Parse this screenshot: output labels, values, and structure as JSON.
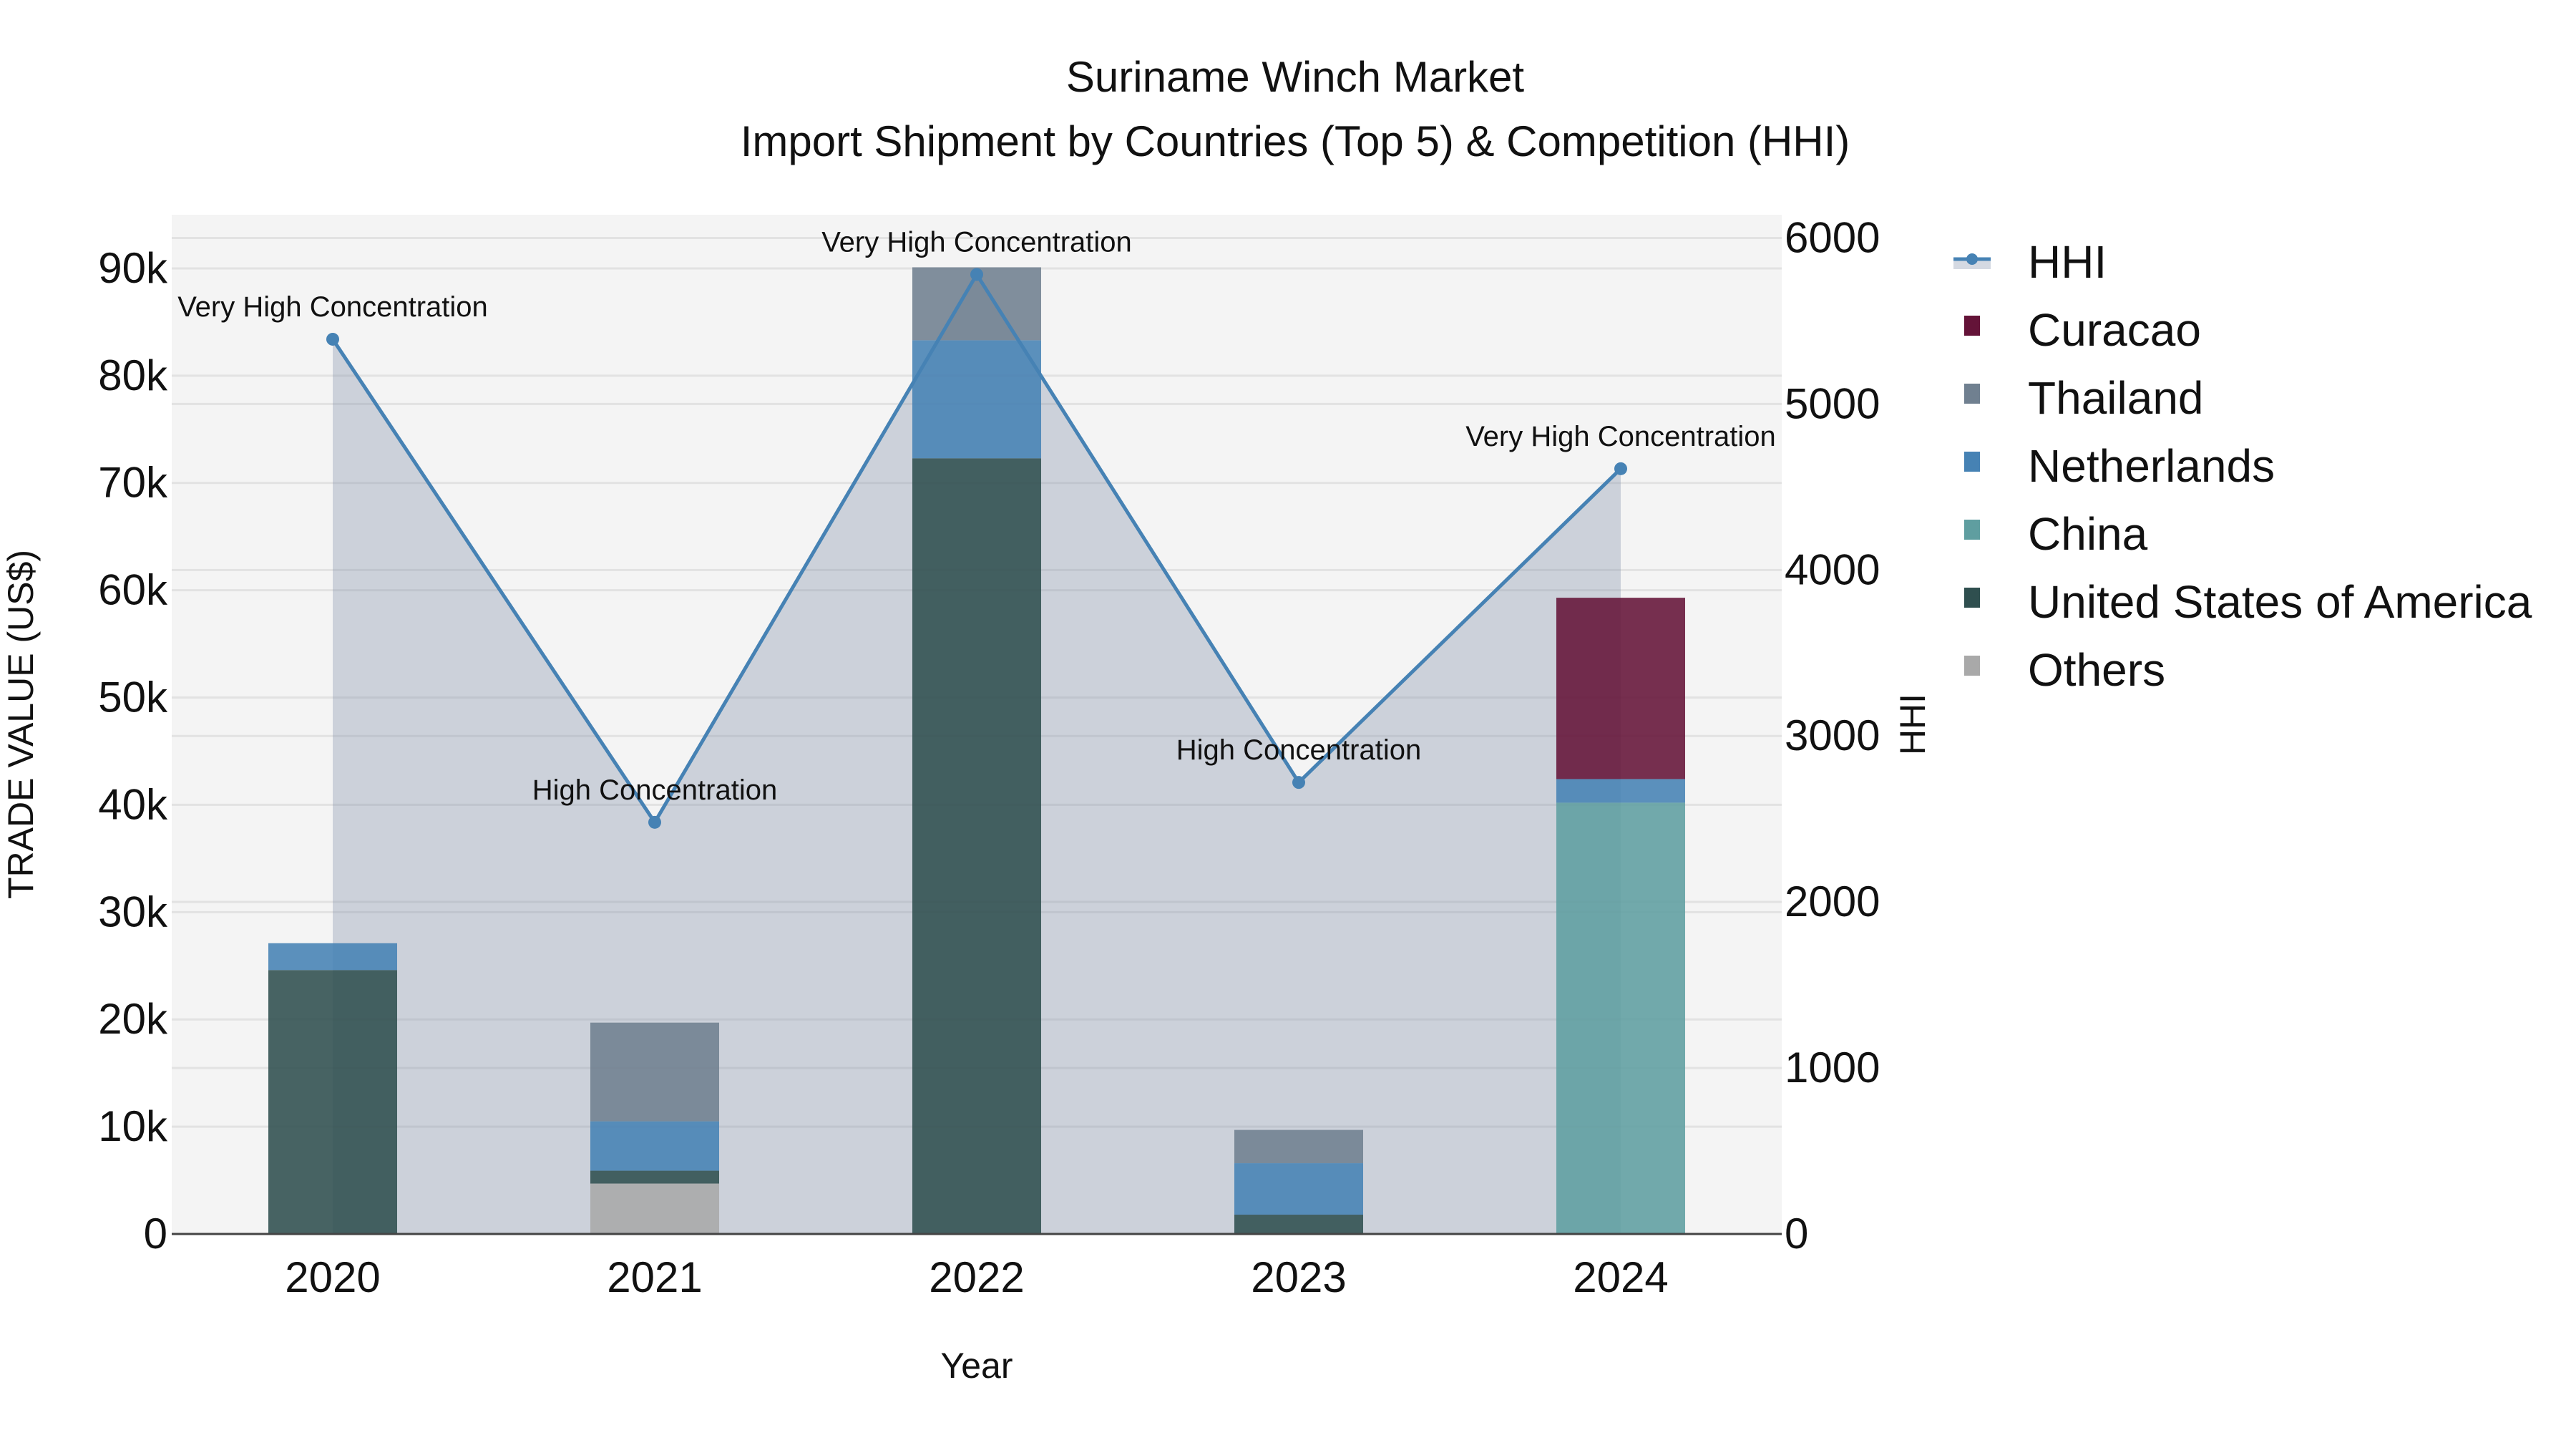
{
  "chart_data": {
    "type": "bar",
    "subtype": "stacked bar with secondary-axis line/area",
    "title": "Suriname Winch Market",
    "subtitle": "Import Shipment by Countries (Top 5) & Competition (HHI)",
    "xlabel": "Year",
    "ylabel": "TRADE VALUE (US$)",
    "y2label": "HHI",
    "categories": [
      "2020",
      "2021",
      "2022",
      "2023",
      "2024"
    ],
    "ylim": [
      0,
      95000
    ],
    "y_ticks": [
      0,
      10000,
      20000,
      30000,
      40000,
      50000,
      60000,
      70000,
      80000,
      90000
    ],
    "y_tick_labels": [
      "0",
      "10k",
      "20k",
      "30k",
      "40k",
      "50k",
      "60k",
      "70k",
      "80k",
      "90k"
    ],
    "y2lim": [
      0,
      6140
    ],
    "y2_ticks": [
      0,
      1000,
      2000,
      3000,
      4000,
      5000,
      6000
    ],
    "y2_tick_labels": [
      "0",
      "1000",
      "2000",
      "3000",
      "4000",
      "5000",
      "6000"
    ],
    "grid": true,
    "legend_position": "right",
    "series": [
      {
        "name": "Others",
        "color": "#A9A9A9",
        "values": [
          0,
          4700,
          0,
          0,
          0
        ]
      },
      {
        "name": "United States of America",
        "color": "#2F4F4F",
        "values": [
          24600,
          1200,
          72300,
          1800,
          0
        ]
      },
      {
        "name": "China",
        "color": "#5F9EA0",
        "values": [
          0,
          0,
          0,
          0,
          40200
        ]
      },
      {
        "name": "Netherlands",
        "color": "#4682B4",
        "values": [
          2500,
          4600,
          11000,
          4800,
          2200
        ]
      },
      {
        "name": "Thailand",
        "color": "#708090",
        "values": [
          0,
          9200,
          6800,
          3100,
          0
        ]
      },
      {
        "name": "Curacao",
        "color": "#641338",
        "values": [
          0,
          0,
          0,
          0,
          16900
        ]
      }
    ],
    "line_series": {
      "name": "HHI",
      "axis": "y2",
      "color": "#4682B4",
      "fill_color": "rgba(112,128,160,0.30)",
      "values": [
        5390,
        2480,
        5780,
        2720,
        4610
      ],
      "annotations": [
        "Very High Concentration",
        "High Concentration",
        "Very High Concentration",
        "High Concentration",
        "Very High Concentration"
      ]
    },
    "legend": [
      "HHI",
      "Curacao",
      "Thailand",
      "Netherlands",
      "China",
      "United States of America",
      "Others"
    ]
  }
}
